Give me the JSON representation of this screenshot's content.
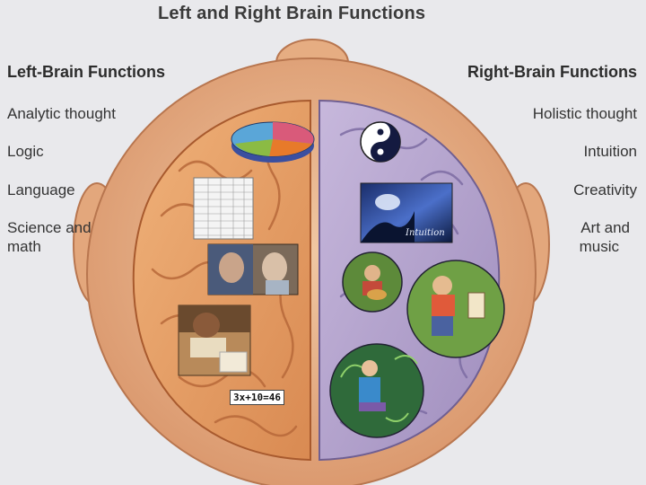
{
  "title": "Left and Right Brain Functions",
  "left": {
    "heading": "Left-Brain Functions",
    "items": [
      "Analytic thought",
      "Logic",
      "Language",
      "Science and",
      "math"
    ]
  },
  "right": {
    "heading": "Right-Brain Functions",
    "items": [
      "Holistic thought",
      "Intuition",
      "Creativity",
      "Art and",
      "music"
    ]
  },
  "images": {
    "intuition_caption": "Intuition",
    "equation": "3x+10=46"
  },
  "colors": {
    "left_hemisphere": "#e9a36b",
    "right_hemisphere": "#b9a8cf",
    "skin": "#e8b78f",
    "background": "#e9e9ec"
  }
}
